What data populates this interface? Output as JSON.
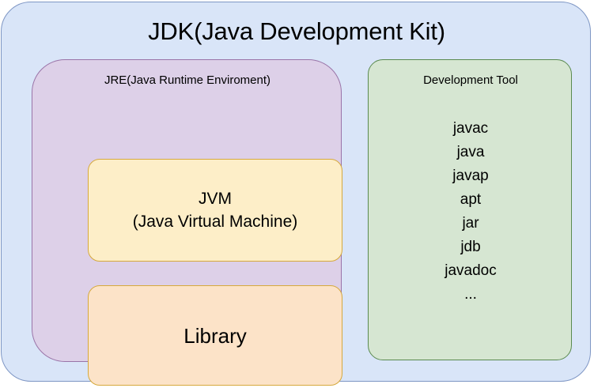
{
  "diagram": {
    "title": "JDK(Java Development Kit)",
    "colors": {
      "jdk_fill": "#d9e5f8",
      "jdk_border": "#7e96c4",
      "jre_fill": "#ddd0e8",
      "jre_border": "#9a74a8",
      "jvm_fill": "#fdeec8",
      "jvm_border": "#d6a93c",
      "library_fill": "#fce3c8",
      "library_border": "#d6a93c",
      "devtool_fill": "#d6e6d2",
      "devtool_border": "#5a8a4f",
      "text": "#000000"
    },
    "jre": {
      "title": "JRE(Java Runtime Enviroment)",
      "jvm": {
        "line1": "JVM",
        "line2": "(Java Virtual Machine)"
      },
      "library": {
        "label": "Library"
      }
    },
    "development_tool": {
      "title": "Development Tool",
      "tools": [
        "javac",
        "java",
        "javap",
        "apt",
        "jar",
        "jdb",
        "javadoc",
        "..."
      ]
    }
  }
}
